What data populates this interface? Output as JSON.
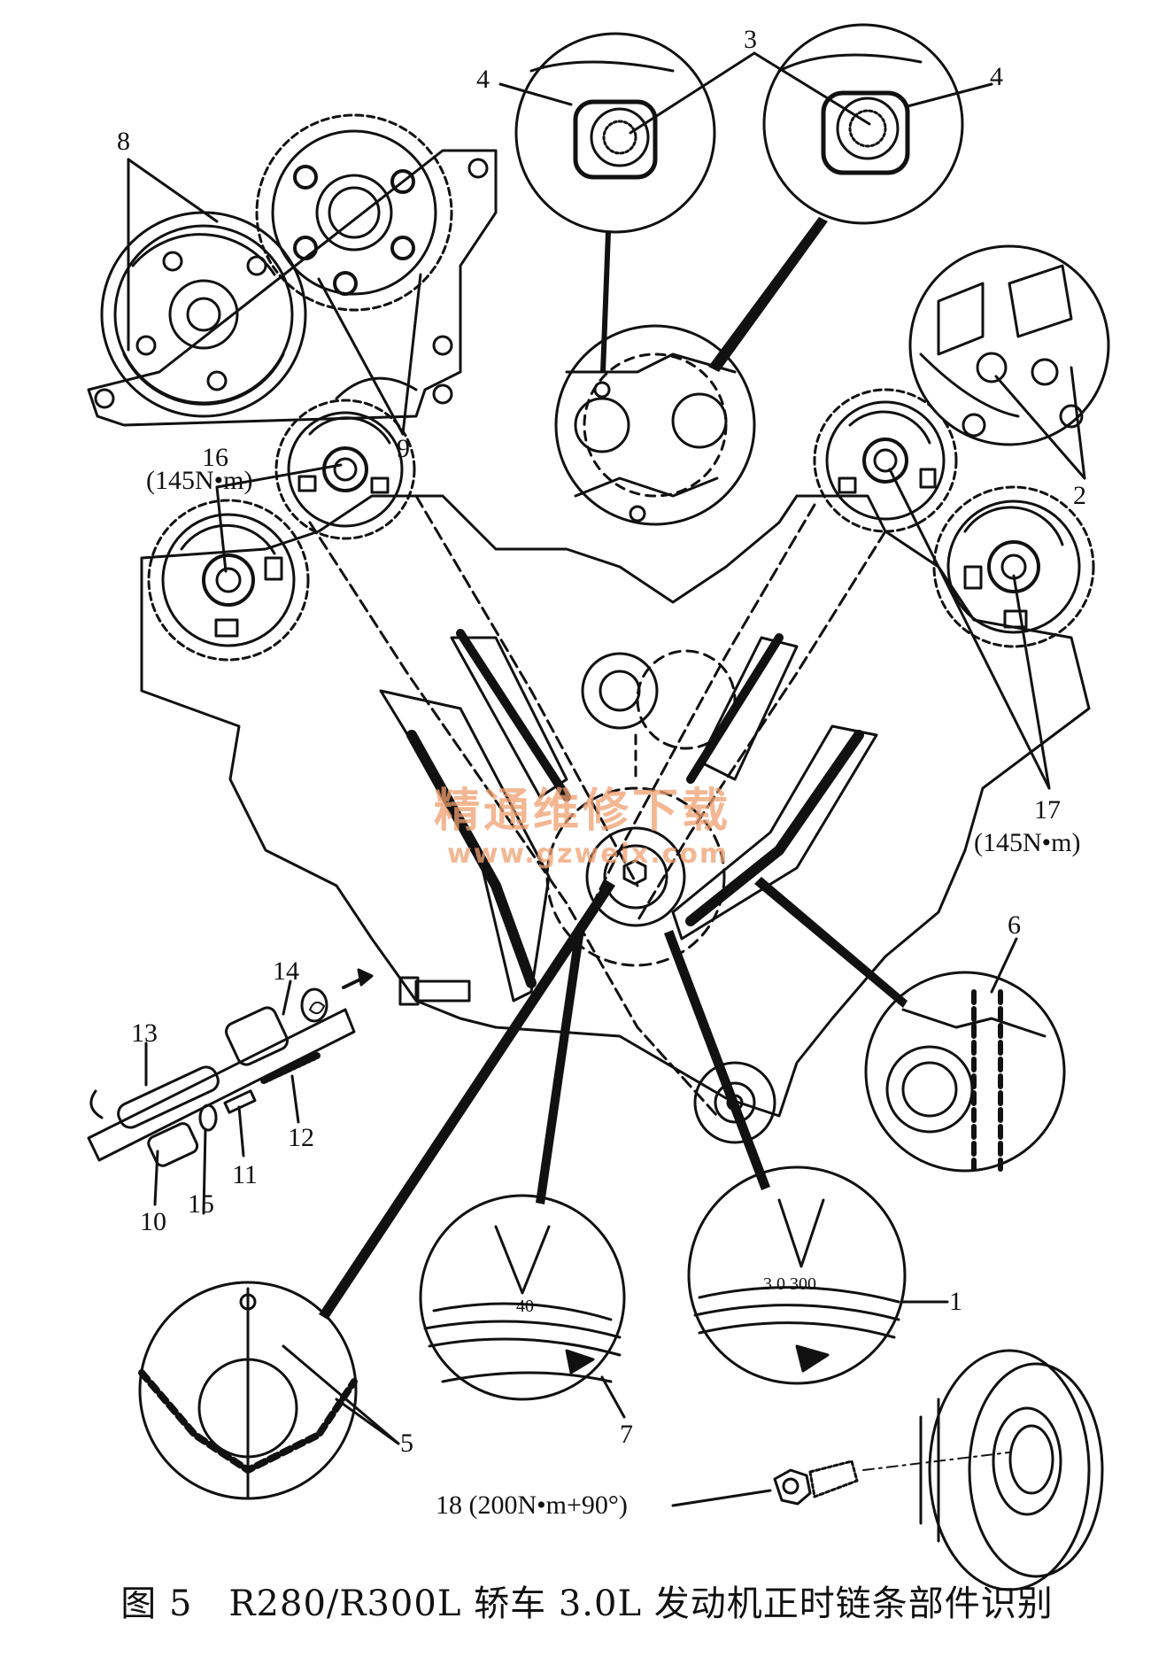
{
  "caption": "图 5　R280/R300L 轿车 3.0L 发动机正时链条部件识别",
  "watermark": {
    "cn": "精通维修下载",
    "url": "www.gzweix.com"
  },
  "labels": {
    "l1": "1",
    "l2": "2",
    "l3": "3",
    "l4a": "4",
    "l4b": "4",
    "l5": "5",
    "l6": "6",
    "l7": "7",
    "l8": "8",
    "l9": "9",
    "l10": "10",
    "l11": "11",
    "l12": "12",
    "l13": "13",
    "l14": "14",
    "l15": "15",
    "l16": "16",
    "l16t": "(145N•m)",
    "l17": "17",
    "l17t": "(145N•m)",
    "l18": "18 (200N•m+90°)",
    "mark40": "40",
    "mark300": "3 0  300"
  },
  "colors": {
    "ink": "#111111",
    "watermark": "#f0a070",
    "background": "#ffffff"
  }
}
